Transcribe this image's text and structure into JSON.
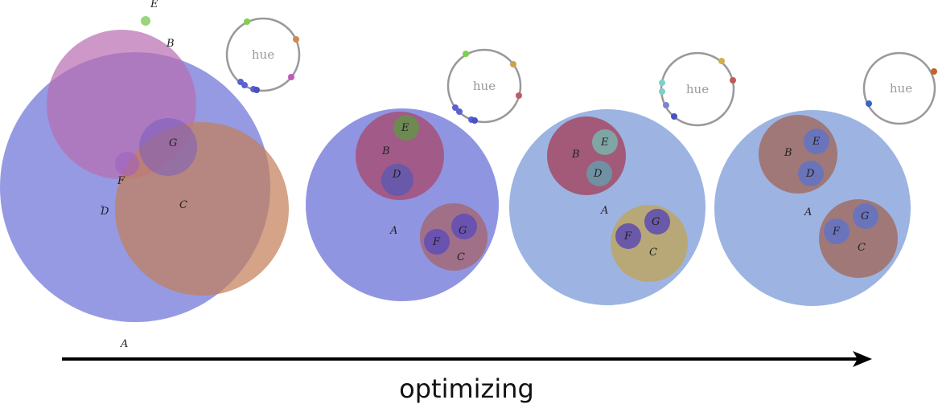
{
  "labels": {
    "A": "A",
    "B": "B",
    "C": "C",
    "D": "D",
    "E": "E",
    "F": "F",
    "G": "G",
    "hue": "hue",
    "arrow": "optimizing"
  },
  "colors": {
    "blue": "#8a8fe0",
    "lightblue": "#9db4e2",
    "mauve": "#c07ab8",
    "purple_mauve": "#9a5aa6",
    "rust": "#a06060",
    "orange": "#c98a5e",
    "green": "#6e8a52",
    "olive": "#b8a878",
    "teal": "#7fa6a4",
    "slate": "#6a74ba",
    "ring": "#999999"
  }
}
